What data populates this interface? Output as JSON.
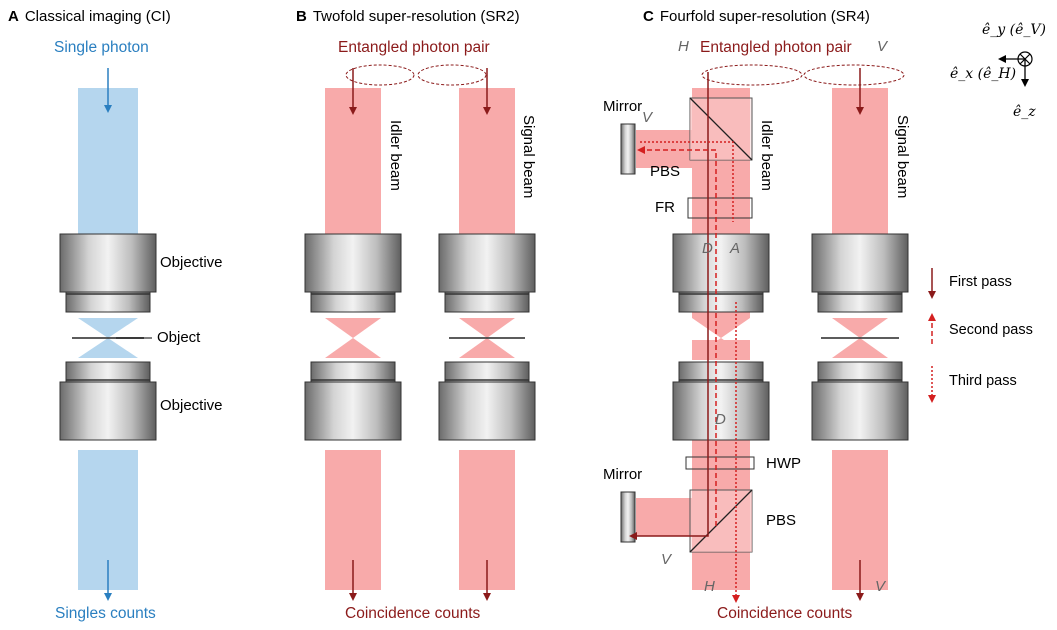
{
  "panels": {
    "a": {
      "letter": "A",
      "title": "Classical imaging (CI)",
      "top_label": "Single photon",
      "bottom_label": "Singles counts",
      "objective_top": "Objective",
      "object": "Object",
      "objective_bottom": "Objective"
    },
    "b": {
      "letter": "B",
      "title": "Twofold super-resolution (SR2)",
      "top_label": "Entangled photon pair",
      "bottom_label": "Coincidence counts",
      "idler": "Idler beam",
      "signal": "Signal beam"
    },
    "c": {
      "letter": "C",
      "title": "Fourfold super-resolution (SR4)",
      "top_label": "Entangled photon pair",
      "bottom_label": "Coincidence counts",
      "idler": "Idler beam",
      "signal": "Signal beam",
      "mirror_top": "Mirror",
      "mirror_bottom": "Mirror",
      "pbs_top": "PBS",
      "pbs_bottom": "PBS",
      "fr": "FR",
      "hwp": "HWP",
      "pol_h_top": "H",
      "pol_v_top": "V",
      "pol_v_mirror_top": "V",
      "pol_d_obj": "D",
      "pol_a_obj": "A",
      "pol_d_lower": "D",
      "pol_v_mirror_bottom": "V",
      "pol_h_bottom": "H",
      "pol_v_bottom": "V"
    }
  },
  "legend": {
    "first": "First pass",
    "second": "Second pass",
    "third": "Third pass"
  },
  "axes": {
    "ey": "ê_y (ê_V)",
    "ex": "ê_x (ê_H)",
    "ez": "ê_z"
  },
  "colors": {
    "classical_beam": "#b5d6ee",
    "entangled_beam": "#f8aaaa",
    "photon_blue": "#2a7fc0",
    "photon_red": "#8b1a1a",
    "arrow_red": "#d42020"
  }
}
